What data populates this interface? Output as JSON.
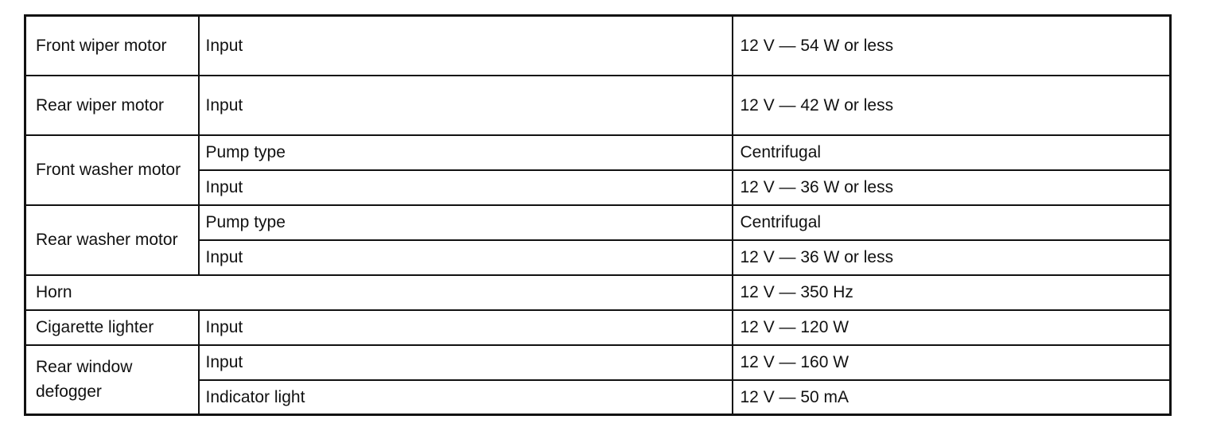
{
  "rows": {
    "front_wiper": {
      "component": "Front wiper motor",
      "input_label": "Input",
      "input_value": "12 V — 54 W or less"
    },
    "rear_wiper": {
      "component": "Rear wiper motor",
      "input_label": "Input",
      "input_value": "12 V — 42 W or less"
    },
    "front_washer": {
      "component": "Front washer motor",
      "pump_label": "Pump type",
      "pump_value": "Centrifugal",
      "input_label": "Input",
      "input_value": "12 V — 36 W or less"
    },
    "rear_washer": {
      "component": "Rear washer motor",
      "pump_label": "Pump type",
      "pump_value": "Centrifugal",
      "input_label": "Input",
      "input_value": "12 V — 36 W or less"
    },
    "horn": {
      "component": "Horn",
      "value": "12 V — 350 Hz"
    },
    "cigarette_lighter": {
      "component": "Cigarette lighter",
      "input_label": "Input",
      "input_value": "12 V — 120 W"
    },
    "rear_defogger": {
      "component": "Rear window defogger",
      "input_label": "Input",
      "input_value": "12 V — 160 W",
      "indicator_label": "Indicator light",
      "indicator_value": "12 V — 50 mA"
    }
  }
}
